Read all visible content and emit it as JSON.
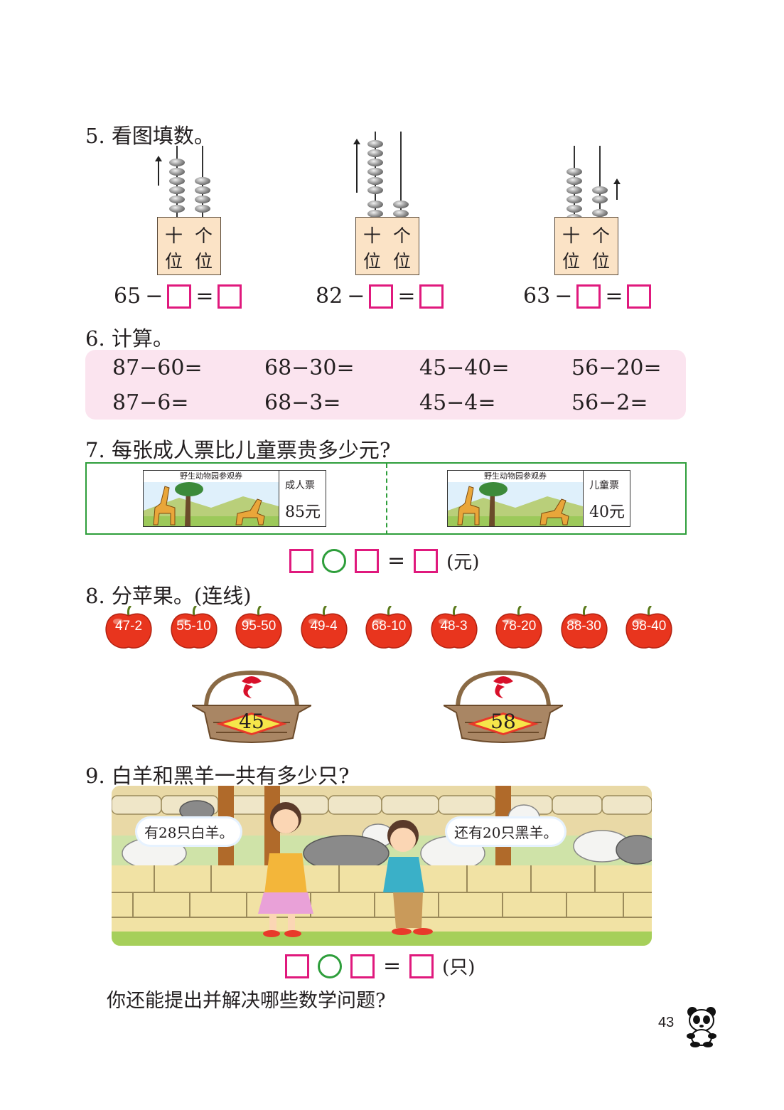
{
  "q5": {
    "title": "5. 看图填数。",
    "place_tens": "十",
    "place_ones": "个",
    "place_wei": "位",
    "problems": [
      {
        "minuend": "65",
        "op": "−",
        "eq": "="
      },
      {
        "minuend": "82",
        "op": "−",
        "eq": "="
      },
      {
        "minuend": "63",
        "op": "−",
        "eq": "="
      }
    ]
  },
  "q6": {
    "title": "6. 计算。",
    "row1": [
      "87−60=",
      "68−30=",
      "45−40=",
      "56−20="
    ],
    "row2": [
      "87−6=",
      "68−3=",
      "45−4=",
      "56−2="
    ]
  },
  "q7": {
    "title": "7. 每张成人票比儿童票贵多少元?",
    "ticket_header": "野生动物园参观券",
    "adult_label": "成人票",
    "adult_price": "85元",
    "child_label": "儿童票",
    "child_price": "40元",
    "eq": "=",
    "unit": "(元)"
  },
  "q8": {
    "title": "8. 分苹果。(连线)",
    "apples": [
      "47-2",
      "55-10",
      "95-50",
      "49-4",
      "68-10",
      "48-3",
      "78-20",
      "88-30",
      "98-40"
    ],
    "baskets": [
      "45",
      "58"
    ]
  },
  "q9": {
    "title": "9. 白羊和黑羊一共有多少只?",
    "bubble_girl": "有28只白羊。",
    "bubble_boy": "还有20只黑羊。",
    "eq": "=",
    "unit": "(只)",
    "followup": "你还能提出并解决哪些数学问题?"
  },
  "page_number": "43",
  "colors": {
    "answer_box": "#e0197d",
    "operator_circle": "#2e9e3b",
    "calc_bg": "#fbe4ef",
    "ticket_border": "#2e9e3b",
    "apple": "#e8351e"
  }
}
